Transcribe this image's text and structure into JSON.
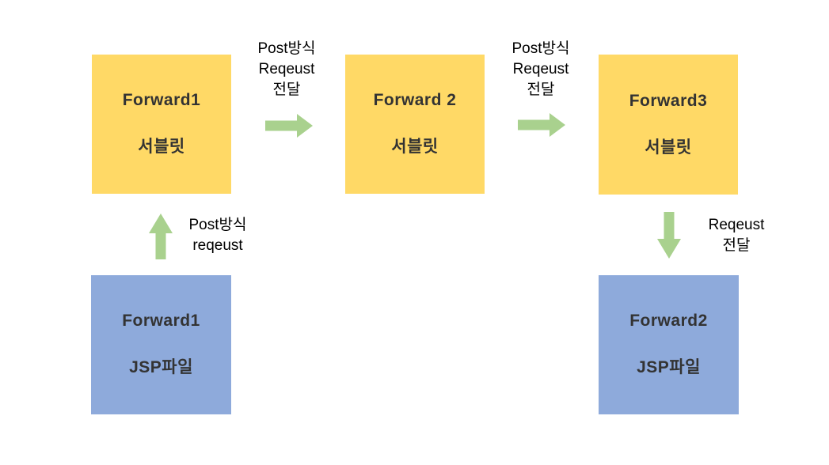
{
  "diagram": {
    "background": "#ffffff",
    "colors": {
      "servlet_box_fill": "#FFD966",
      "jsp_box_fill": "#8EAADB",
      "arrow_fill": "#A9D18E",
      "box_text": "#333333",
      "label_text": "#000000"
    },
    "boxes": {
      "servlet1": {
        "title": "Forward1",
        "subtitle": "서블릿"
      },
      "servlet2": {
        "title": "Forward 2",
        "subtitle": "서블릿"
      },
      "servlet3": {
        "title": "Forward3",
        "subtitle": "서블릿"
      },
      "jsp1": {
        "title": "Forward1",
        "subtitle": "JSP파일"
      },
      "jsp2": {
        "title": "Forward2",
        "subtitle": "JSP파일"
      }
    },
    "labels": {
      "arrow1": "Post방식\nReqeust\n전달",
      "arrow2": "Post방식\nReqeust\n전달",
      "arrow_up": "Post방식\nreqeust",
      "arrow_down": "Reqeust\n전달"
    }
  }
}
